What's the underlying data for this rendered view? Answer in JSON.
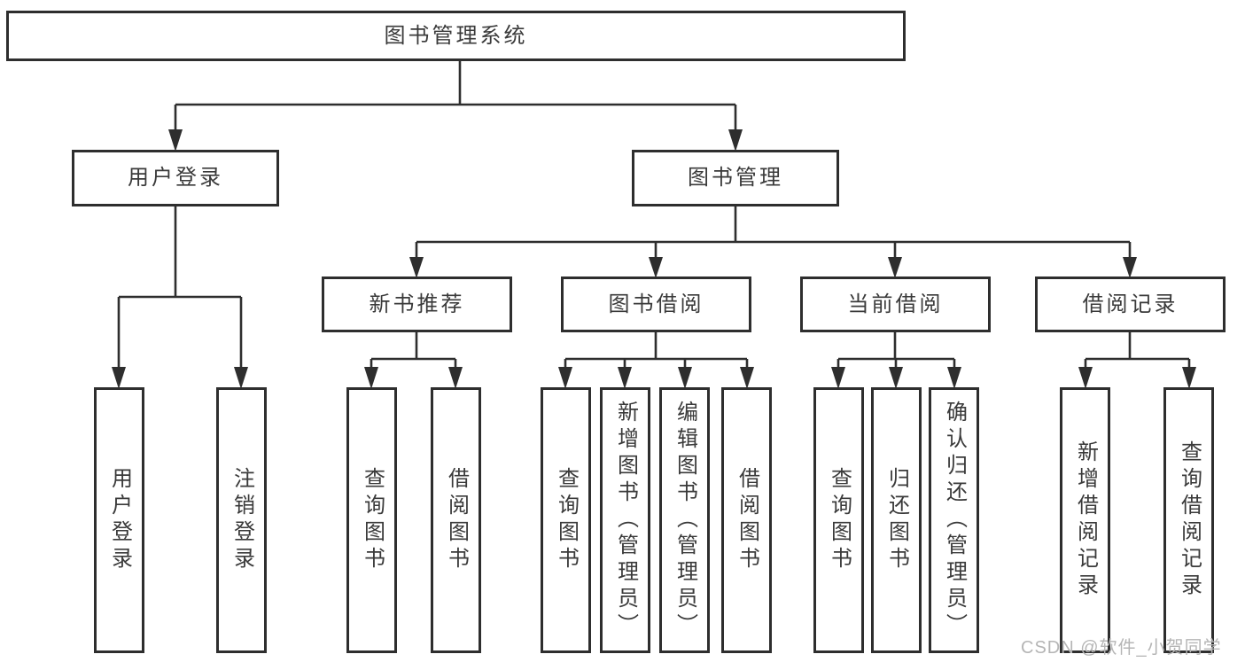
{
  "diagram_type": "hierarchy-tree",
  "watermark": {
    "text": "CSDN @软件_小贺同学"
  },
  "colors": {
    "line": "#2e2e2e",
    "box_border": "#2e2e2e",
    "text": "#3a3a3a",
    "watermark": "#b5b5b5",
    "background": "#ffffff"
  },
  "tree": {
    "root": "图书管理系统",
    "branches": [
      {
        "label": "用户登录",
        "children": [
          "用户登录",
          "注销登录"
        ]
      },
      {
        "label": "图书管理",
        "groups": [
          {
            "label": "新书推荐",
            "children": [
              "查询图书",
              "借阅图书"
            ]
          },
          {
            "label": "图书借阅",
            "children": [
              "查询图书",
              "新增图书（管理员）",
              "编辑图书（管理员）",
              "借阅图书"
            ]
          },
          {
            "label": "当前借阅",
            "children": [
              "查询图书",
              "归还图书",
              "确认归还（管理员）"
            ]
          },
          {
            "label": "借阅记录",
            "children": [
              "新增借阅记录",
              "查询借阅记录"
            ]
          }
        ]
      }
    ]
  }
}
